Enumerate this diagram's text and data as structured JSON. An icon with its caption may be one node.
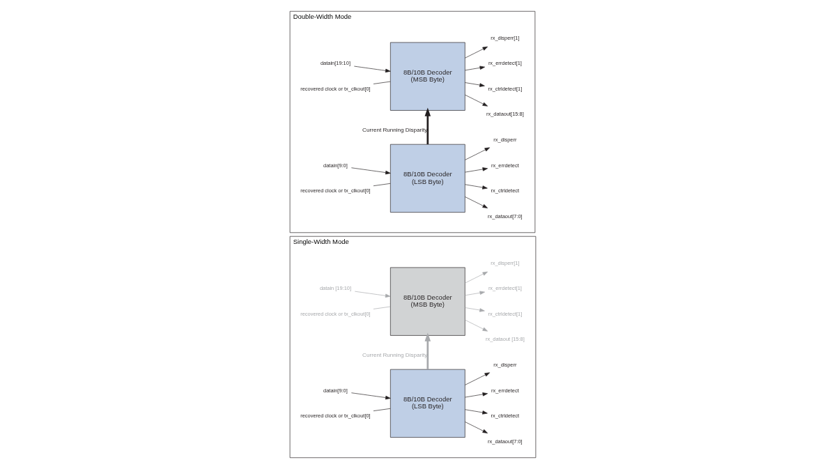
{
  "diagram": {
    "nodes": [
      {
        "text": [
          "Single-Width Mode"
        ]
      },
      {
        "text": [
          "8B/10B Decoder",
          "(MSB Byte)"
        ],
        "in": 0
      },
      {
        "text": [
          "datain [19:10]"
        ],
        "in": 0
      },
      {
        "text": [
          "rx_dataout [15:8]"
        ],
        "in": 0
      },
      {
        "text": [
          "rx_ctrldetect[1]"
        ],
        "in": 0
      },
      {
        "text": [
          "rx_errdetect[1]"
        ],
        "in": 0
      },
      {
        "text": [
          "rx_disperr[1]"
        ],
        "in": 0
      },
      {
        "text": [
          "recovered clock or tx_clkout[0]"
        ],
        "in": 0
      },
      {
        "text": [
          "8B/10B Decoder",
          "(LSB Byte)"
        ],
        "in": 0
      },
      {
        "text": [
          "datain[9:0]"
        ],
        "in": 0
      },
      {
        "text": [
          "rx_dataout[7:0]"
        ],
        "in": 0
      },
      {
        "text": [
          "rx_ctrldetect"
        ],
        "in": 0
      },
      {
        "text": [
          "rx_errdetect"
        ],
        "in": 0
      },
      {
        "text": [
          "rx_disperr"
        ],
        "in": 0
      },
      {
        "text": [
          "recovered clock or tx_clkout[0]"
        ],
        "in": 0
      },
      {
        "text": [
          "Double-Width Mode"
        ]
      },
      {
        "text": [
          "8B/10B Decoder",
          "(MSB Byte)"
        ],
        "in": 15
      },
      {
        "text": [
          "datain[19:10]"
        ],
        "in": 15
      },
      {
        "text": [
          "rx_dataout[15:8]"
        ],
        "in": 15
      },
      {
        "text": [
          "rx_ctrldetect[1]"
        ],
        "in": 15
      },
      {
        "text": [
          "rx_errdetect[1]"
        ],
        "in": 15
      },
      {
        "text": [
          "rx_disperr[1]"
        ],
        "in": 15
      },
      {
        "text": [
          "recovered clock or tx_clkout[0]"
        ],
        "in": 15
      },
      {
        "text": [
          "8B/10B Decoder",
          "(LSB Byte)"
        ],
        "in": 15
      },
      {
        "text": [
          "datain[9:0]"
        ],
        "in": 15
      },
      {
        "text": [
          "rx_dataout[7:0]"
        ],
        "in": 15
      },
      {
        "text": [
          "rx_ctrldetect"
        ],
        "in": 15
      },
      {
        "text": [
          "rx_errdetect"
        ],
        "in": 15
      },
      {
        "text": [
          "rx_disperr"
        ],
        "in": 15
      },
      {
        "text": [
          "recovered clock or tx_clkout[0]"
        ],
        "in": 15
      }
    ],
    "edges": [
      {
        "from": 2,
        "to": 1,
        "arrow": "to",
        "color": "#a7a9ac"
      },
      {
        "from": 1,
        "to": 3,
        "arrow": "to",
        "color": "#a7a9ac"
      },
      {
        "from": 1,
        "to": 4,
        "arrow": "to",
        "color": "#a7a9ac"
      },
      {
        "from": 1,
        "to": 5,
        "arrow": "to",
        "color": "#a7a9ac"
      },
      {
        "from": 1,
        "to": 6,
        "arrow": "to",
        "color": "#a7a9ac"
      },
      {
        "from": 7,
        "to": 1,
        "arrow": "none",
        "color": "#a7a9ac"
      },
      {
        "from": 8,
        "to": 1,
        "arrow": "to",
        "label": "Current Running Disparity",
        "style": "thick",
        "color": "#a7a9ac"
      },
      {
        "from": 9,
        "to": 8,
        "arrow": "to"
      },
      {
        "from": 8,
        "to": 10,
        "arrow": "to"
      },
      {
        "from": 8,
        "to": 11,
        "arrow": "to"
      },
      {
        "from": 8,
        "to": 12,
        "arrow": "to"
      },
      {
        "from": 8,
        "to": 13,
        "arrow": "to"
      },
      {
        "from": 14,
        "to": 8,
        "arrow": "none"
      },
      {
        "from": 17,
        "to": 16,
        "arrow": "to"
      },
      {
        "from": 16,
        "to": 18,
        "arrow": "to"
      },
      {
        "from": 16,
        "to": 19,
        "arrow": "to"
      },
      {
        "from": 16,
        "to": 20,
        "arrow": "to"
      },
      {
        "from": 16,
        "to": 21,
        "arrow": "to"
      },
      {
        "from": 22,
        "to": 16,
        "arrow": "none"
      },
      {
        "from": 23,
        "to": 16,
        "arrow": "to",
        "label": "Current Running Disparity",
        "style": "thick"
      },
      {
        "from": 24,
        "to": 23,
        "arrow": "to"
      },
      {
        "from": 23,
        "to": 25,
        "arrow": "to"
      },
      {
        "from": 23,
        "to": 26,
        "arrow": "to"
      },
      {
        "from": 23,
        "to": 27,
        "arrow": "to"
      },
      {
        "from": 23,
        "to": 28,
        "arrow": "to"
      },
      {
        "from": 29,
        "to": 23,
        "arrow": "none"
      }
    ]
  }
}
